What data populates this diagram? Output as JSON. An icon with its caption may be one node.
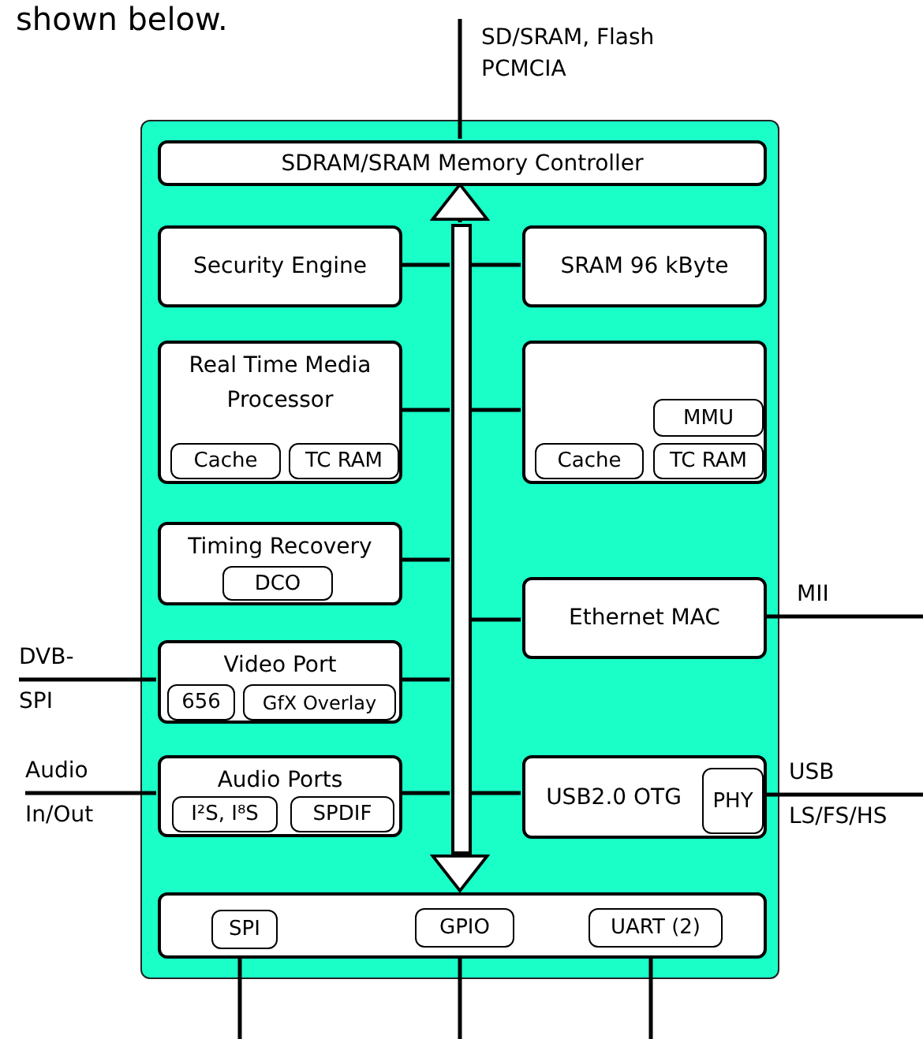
{
  "diagram": {
    "nodes": [
      {
        "text": [],
        "shape": "box"
      },
      {
        "text": [
          "SDRAM/SRAM Memory Controller"
        ],
        "in": 0
      },
      {
        "text": [
          "Security Engine"
        ],
        "in": 0
      },
      {
        "text": [
          "SRAM 96 kByte"
        ],
        "in": 0
      },
      {
        "text": [
          "Real Time Media Processor"
        ],
        "in": 0
      },
      {
        "text": [
          "Cache"
        ],
        "in": 4
      },
      {
        "text": [
          "TC RAM"
        ],
        "in": 4
      },
      {
        "text": [],
        "shape": "box",
        "in": 0
      },
      {
        "text": [
          "MMU"
        ],
        "in": 7
      },
      {
        "text": [
          "Cache"
        ],
        "in": 7
      },
      {
        "text": [
          "TC RAM"
        ],
        "in": 7
      },
      {
        "text": [
          "Timing Recovery"
        ],
        "in": 0
      },
      {
        "text": [
          "DCO"
        ],
        "in": 11
      },
      {
        "text": [
          "Ethernet MAC"
        ],
        "in": 0
      },
      {
        "text": [
          "Video Port"
        ],
        "in": 0
      },
      {
        "text": [
          "656"
        ],
        "in": 14
      },
      {
        "text": [
          "GfX Overlay"
        ],
        "in": 14
      },
      {
        "text": [
          "Audio Ports"
        ],
        "in": 0
      },
      {
        "text": [
          "I²S, I⁸S"
        ],
        "in": 17
      },
      {
        "text": [
          "SPDIF"
        ],
        "in": 17
      },
      {
        "text": [
          "USB2.0 OTG"
        ],
        "in": 0
      },
      {
        "text": [
          "PHY"
        ],
        "in": 20
      },
      {
        "text": [],
        "shape": "box",
        "in": 0
      },
      {
        "text": [
          "SPI"
        ],
        "in": 22
      },
      {
        "text": [
          "GPIO"
        ],
        "in": 22
      },
      {
        "text": [
          "UART (2)"
        ],
        "in": 22
      },
      {
        "text": [],
        "shape": "bar",
        "in": 0
      }
    ],
    "edges": [
      {
        "from": 1,
        "to": null,
        "arrow": "none",
        "label": "SD/SRAM, Flash PCMCIA"
      },
      {
        "from": 26,
        "to": 1,
        "arrow": "to"
      },
      {
        "from": 26,
        "to": 22,
        "arrow": "to"
      },
      {
        "from": 2,
        "to": 26,
        "arrow": "none"
      },
      {
        "from": 3,
        "to": 26,
        "arrow": "none"
      },
      {
        "from": 4,
        "to": 26,
        "arrow": "none"
      },
      {
        "from": 7,
        "to": 26,
        "arrow": "none"
      },
      {
        "from": 11,
        "to": 26,
        "arrow": "none"
      },
      {
        "from": 13,
        "to": 26,
        "arrow": "none"
      },
      {
        "from": 14,
        "to": 26,
        "arrow": "none"
      },
      {
        "from": 17,
        "to": 26,
        "arrow": "none"
      },
      {
        "from": 20,
        "to": 26,
        "arrow": "none"
      },
      {
        "from": 13,
        "to": null,
        "arrow": "none",
        "label": "MII"
      },
      {
        "from": null,
        "to": 14,
        "arrow": "none",
        "label": "DVB- SPI"
      },
      {
        "from": null,
        "to": 17,
        "arrow": "none",
        "label": "Audio In/Out"
      },
      {
        "from": 21,
        "to": null,
        "arrow": "none",
        "label": "USB LS/FS/HS"
      },
      {
        "from": 23,
        "to": null,
        "arrow": "none"
      },
      {
        "from": 24,
        "to": null,
        "arrow": "none"
      },
      {
        "from": 25,
        "to": null,
        "arrow": "none"
      }
    ],
    "labels": [
      "shown below."
    ]
  }
}
